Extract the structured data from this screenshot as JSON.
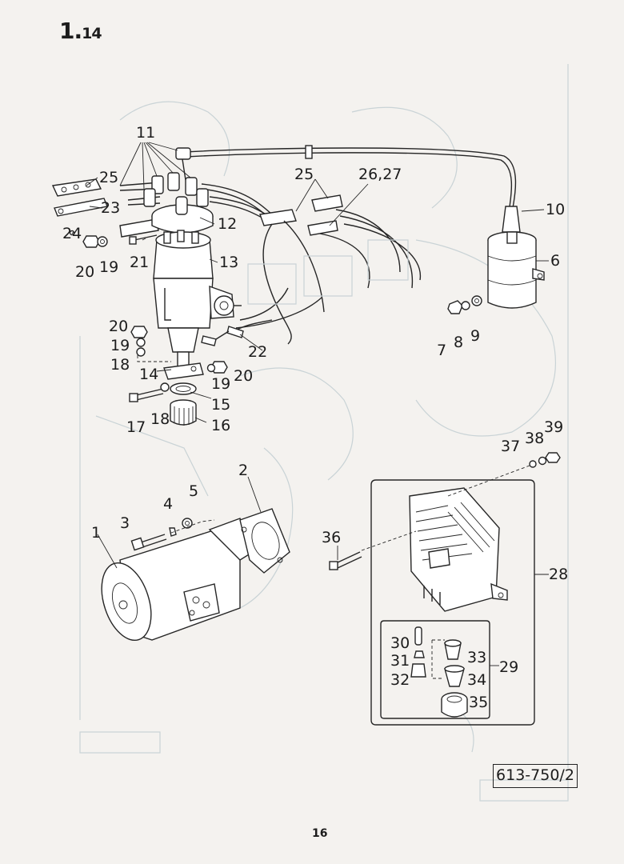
{
  "header": {
    "section_main": "1.",
    "section_sub": "14"
  },
  "footer": {
    "page_number": "16",
    "drawing_ref": "613-750/2"
  },
  "callouts": {
    "c1": "1",
    "c2": "2",
    "c3": "3",
    "c4": "4",
    "c5": "5",
    "c6": "6",
    "c7": "7",
    "c8": "8",
    "c9": "9",
    "c10": "10",
    "c11": "11",
    "c12": "12",
    "c13": "13",
    "c14": "14",
    "c15": "15",
    "c16": "16",
    "c17": "17",
    "c18a": "18",
    "c18b": "18",
    "c19a": "19",
    "c19b": "19",
    "c19c": "19",
    "c20a": "20",
    "c20b": "20",
    "c20c": "20",
    "c21": "21",
    "c22": "22",
    "c23": "23",
    "c24": "24",
    "c25a": "25",
    "c25b": "25",
    "c2627": "26,27",
    "c28": "28",
    "c29": "29",
    "c30": "30",
    "c31": "31",
    "c32": "32",
    "c33": "33",
    "c34": "34",
    "c35": "35",
    "c36": "36",
    "c37": "37",
    "c38": "38",
    "c39": "39"
  }
}
